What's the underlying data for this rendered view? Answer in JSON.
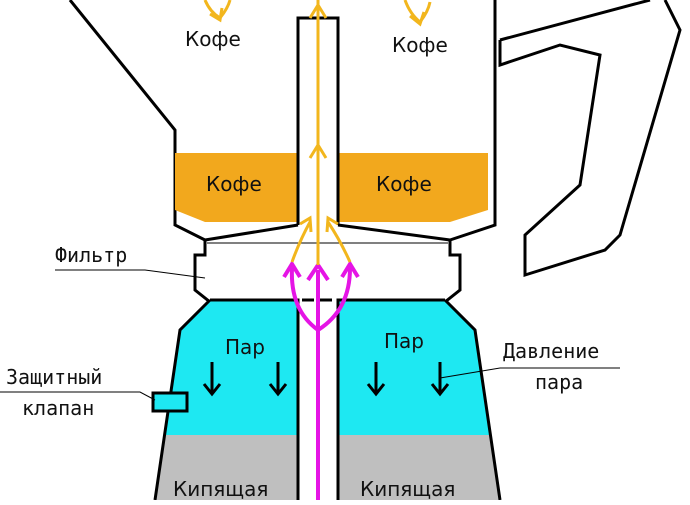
{
  "labels": {
    "coffee_out_left": "Кофе",
    "coffee_out_right": "Кофе",
    "coffee_left": "Кофе",
    "coffee_right": "Кофе",
    "filter": "Фильтр",
    "steam_left": "Пар",
    "steam_right": "Пар",
    "pressure_line1": "Давление",
    "pressure_line2": "пара",
    "valve_line1": "Защитный",
    "valve_line2": "клапан",
    "boiling_left": "Кипящая",
    "boiling_right": "Кипящая"
  },
  "colors": {
    "coffee": "#F2A81D",
    "steam": "#1EE8F2",
    "water": "#BFBFBF",
    "coffee_flow": "#F2B61D",
    "water_flow": "#E514E5",
    "outline": "#000000"
  }
}
